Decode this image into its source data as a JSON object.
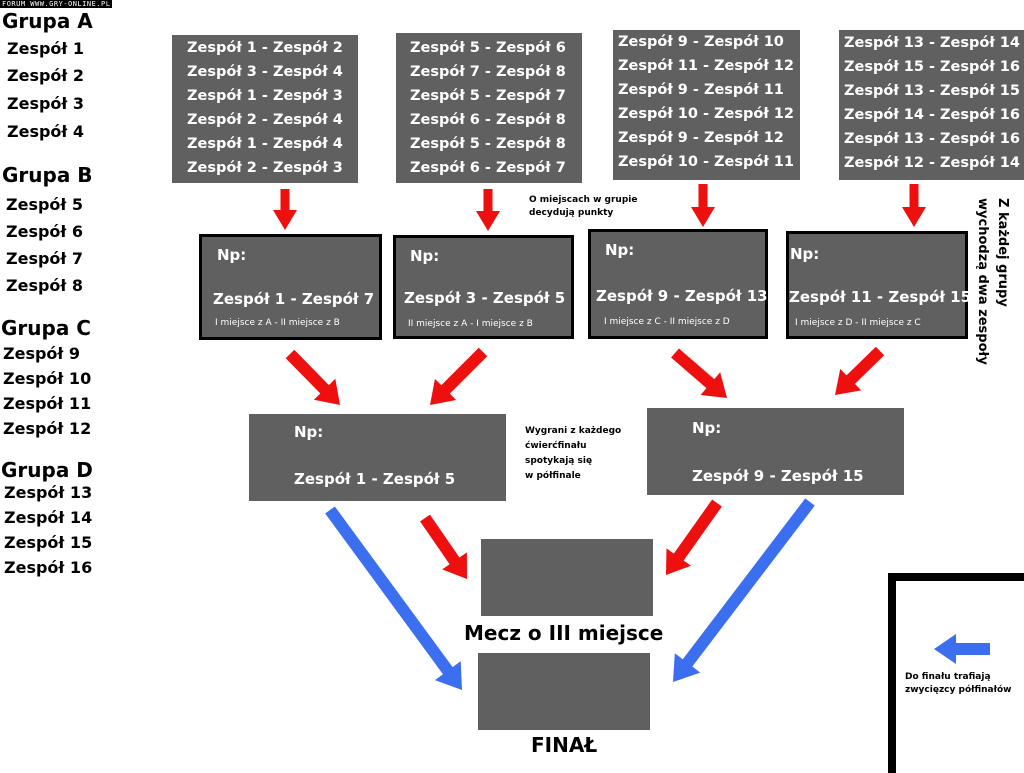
{
  "watermark": "FORUM WWW.GRY-ONLINE.PL",
  "groups": [
    {
      "title": "Grupa A",
      "teams": [
        "Zespół 1",
        "Zespół 2",
        "Zespół 3",
        "Zespół 4"
      ]
    },
    {
      "title": "Grupa B",
      "teams": [
        "Zespół 5",
        "Zespół 6",
        "Zespół 7",
        "Zespół 8"
      ]
    },
    {
      "title": "Grupa C",
      "teams": [
        "Zespół 9",
        "Zespół 10",
        "Zespół 11",
        "Zespół 12"
      ]
    },
    {
      "title": "Grupa D",
      "teams": [
        "Zespół 13",
        "Zespół 14",
        "Zespół 15",
        "Zespół 16"
      ]
    }
  ],
  "group_matches": [
    [
      "Zespół 1 - Zespół 2",
      "Zespół 3 - Zespół 4",
      "Zespół 1 - Zespół 3",
      "Zespół 2 - Zespół 4",
      "Zespół 1 - Zespół 4",
      "Zespół 2 - Zespół 3"
    ],
    [
      "Zespół 5 - Zespół 6",
      "Zespół 7 - Zespół 8",
      "Zespół 5 - Zespół 7",
      "Zespół 6 - Zespół 8",
      "Zespół 5 - Zespół 8",
      "Zespół 6 - Zespół 7"
    ],
    [
      "Zespół 9 - Zespół 10",
      "Zespół 11 - Zespół 12",
      "Zespół 9 - Zespół 11",
      "Zespół 10 - Zespół 12",
      "Zespół 9 - Zespół 12",
      "Zespół 10 - Zespół 11"
    ],
    [
      "Zespół 13 - Zespół 14",
      "Zespół 15 - Zespół 16",
      "Zespół 13 - Zespół 15",
      "Zespół 14 - Zespół 16",
      "Zespół 13 - Zespół 16",
      "Zespół 12 - Zespół 14"
    ]
  ],
  "quarterfinals": [
    {
      "prefix": "Np:",
      "match": "Zespół 1 - Zespół 7",
      "desc": "I miejsce z A - II miejsce z B"
    },
    {
      "prefix": "Np:",
      "match": "Zespół 3 - Zespół 5",
      "desc": "II miejsce z A - I miejsce z B"
    },
    {
      "prefix": "Np:",
      "match": "Zespół 9 - Zespół 13",
      "desc": "I miejsce z C - II miejsce z D"
    },
    {
      "prefix": "Np:",
      "match": "Zespół 11 - Zespół 15",
      "desc": "I miejsce z D - II miejsce z C"
    }
  ],
  "semifinals": [
    {
      "prefix": "Np:",
      "match": "Zespół 1 - Zespół 5"
    },
    {
      "prefix": "Np:",
      "match": "Zespół 9 - Zespół 15"
    }
  ],
  "notes": {
    "group_points": [
      "O miejscach w grupie",
      "decydują punkty"
    ],
    "two_advance": [
      "Z każdej grupy",
      "wychodzą dwa zespoły"
    ],
    "semifinal_info": [
      "Wygrani z każdego",
      "ćwierćfinału",
      "spotykają się",
      "w półfinale"
    ],
    "legend": [
      "Do finału trafiają",
      "zwycięzcy półfinałów"
    ]
  },
  "third_place_label": "Mecz o III miejsce",
  "final_label": "FINAŁ",
  "colors": {
    "box": "#606060",
    "loser_arrow": "#ee0f0f",
    "winner_arrow": "#3c6ef0"
  }
}
